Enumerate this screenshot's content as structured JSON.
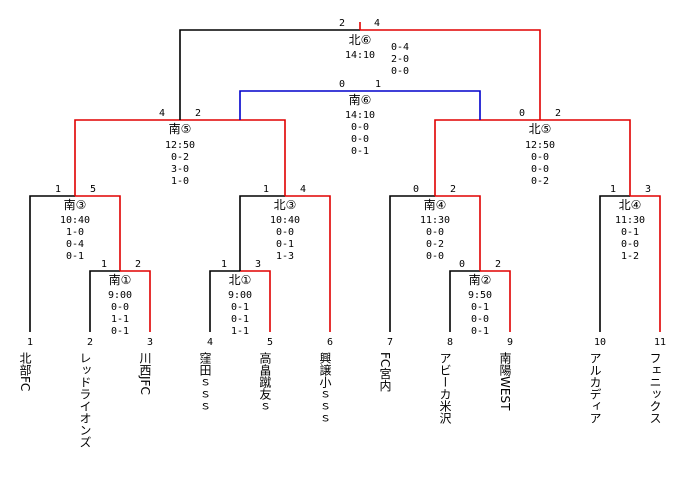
{
  "colors": {
    "win": "#e00000",
    "neutral": "#000000",
    "blue": "#0000cc"
  },
  "teams": [
    {
      "id": "1",
      "name": "北部FC"
    },
    {
      "id": "2",
      "name": "レッドライオンズ"
    },
    {
      "id": "3",
      "name": "川西JFC"
    },
    {
      "id": "4",
      "name": "窪田ｓｓｓ"
    },
    {
      "id": "5",
      "name": "高畠蹴友ｓ"
    },
    {
      "id": "6",
      "name": "興譲小ｓｓｓ"
    },
    {
      "id": "7",
      "name": "FC宮内"
    },
    {
      "id": "8",
      "name": "アビーカ米沢"
    },
    {
      "id": "9",
      "name": "南陽WEST"
    },
    {
      "id": "10",
      "name": "アルカディア"
    },
    {
      "id": "11",
      "name": "フェニックス"
    }
  ],
  "matches": [
    {
      "id": "m1",
      "label": "南①",
      "time": "9:00",
      "periods": [
        "0-0",
        "1-1",
        "0-1"
      ],
      "score_left": "1",
      "score_right": "2"
    },
    {
      "id": "m2",
      "label": "北①",
      "time": "9:00",
      "periods": [
        "0-1",
        "0-1",
        "1-1"
      ],
      "score_left": "1",
      "score_right": "3"
    },
    {
      "id": "m3",
      "label": "南②",
      "time": "9:50",
      "periods": [
        "0-1",
        "0-0",
        "0-1"
      ],
      "score_left": "0",
      "score_right": "2"
    },
    {
      "id": "m4",
      "label": "南③",
      "time": "10:40",
      "periods": [
        "1-0",
        "0-4",
        "0-1"
      ],
      "score_left": "1",
      "score_right": "5"
    },
    {
      "id": "m5",
      "label": "北③",
      "time": "10:40",
      "periods": [
        "0-0",
        "0-1",
        "1-3"
      ],
      "score_left": "1",
      "score_right": "4"
    },
    {
      "id": "m6",
      "label": "南④",
      "time": "11:30",
      "periods": [
        "0-0",
        "0-2",
        "0-0"
      ],
      "score_left": "0",
      "score_right": "2"
    },
    {
      "id": "m7",
      "label": "北④",
      "time": "11:30",
      "periods": [
        "0-1",
        "0-0",
        "1-2"
      ],
      "score_left": "1",
      "score_right": "3"
    },
    {
      "id": "m8",
      "label": "南⑤",
      "time": "12:50",
      "periods": [
        "0-2",
        "3-0",
        "1-0"
      ],
      "score_left": "4",
      "score_right": "2"
    },
    {
      "id": "m9",
      "label": "北⑤",
      "time": "12:50",
      "periods": [
        "0-0",
        "0-0",
        "0-2"
      ],
      "score_left": "0",
      "score_right": "2"
    },
    {
      "id": "m10",
      "label": "南⑥",
      "time": "14:10",
      "periods": [
        "0-0",
        "0-0",
        "0-1"
      ],
      "score_left": "0",
      "score_right": "1"
    },
    {
      "id": "m11",
      "label": "北⑥",
      "time": "14:10",
      "periods": [
        "0-4",
        "2-0",
        "0-0"
      ],
      "score_left": "2",
      "score_right": "4"
    }
  ]
}
